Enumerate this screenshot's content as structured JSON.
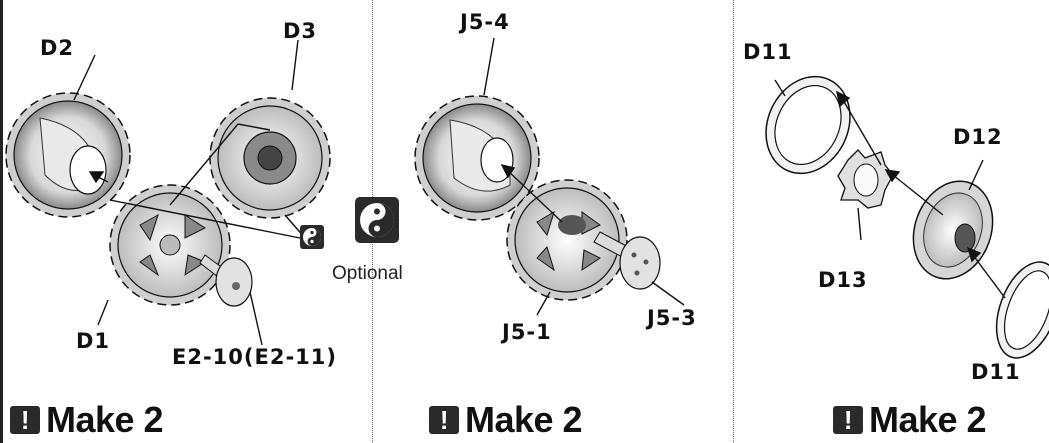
{
  "panels": [
    {
      "labels": [
        "D2",
        "D3",
        "D1",
        "E2-10(E2-11)"
      ],
      "optional_label": "Optional",
      "make_text": "Make 2"
    },
    {
      "labels": [
        "J5-4",
        "J5-1",
        "J5-3"
      ],
      "make_text": "Make 2"
    },
    {
      "labels": [
        "D11",
        "D12",
        "D13",
        "D11"
      ],
      "make_text": "Make 2"
    }
  ],
  "icons": {
    "warning": "exclamation-icon",
    "optional": "yin-yang-icon"
  },
  "colors": {
    "line": "#111111",
    "part_fill": "#e6e6e6",
    "part_shade": "#9a9a9a",
    "icon_dark": "#2a2a2a"
  }
}
